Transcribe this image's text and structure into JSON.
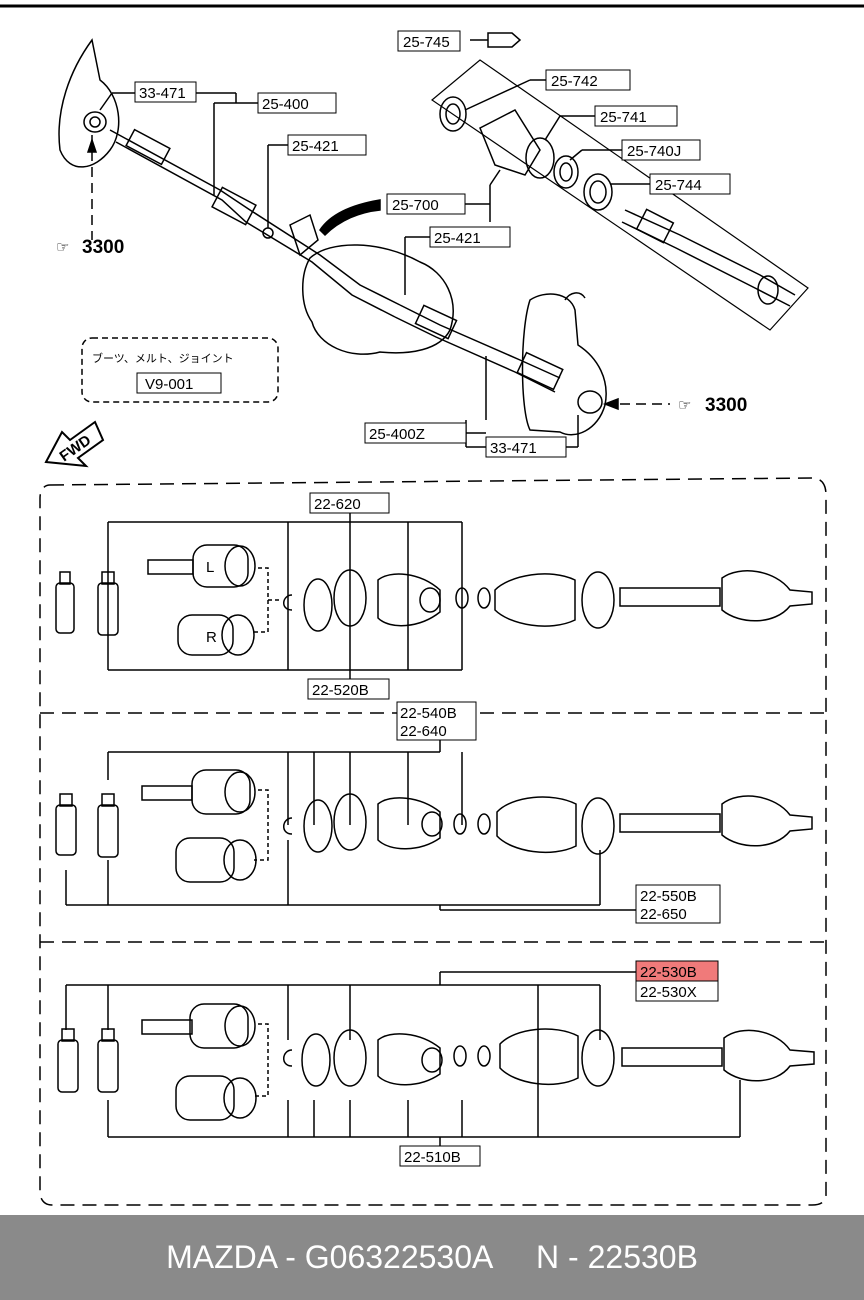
{
  "labels": {
    "p25_745": "25-745",
    "p25_742": "25-742",
    "p25_741": "25-741",
    "p25_740j": "25-740J",
    "p25_744": "25-744",
    "p25_700": "25-700",
    "p33_471_top": "33-471",
    "p25_400": "25-400",
    "p25_421_a": "25-421",
    "p25_421_b": "25-421",
    "ref_3300_left": "3300",
    "ref_3300_right": "3300",
    "note_text": "ブーツ、メルト、ジョイント",
    "note_code": "V9-001",
    "p25_400z": "25-400Z",
    "p33_471_bottom": "33-471",
    "fwd": "FWD",
    "p22_620": "22-620",
    "p22_520b": "22-520B",
    "p22_540b": "22-540B",
    "p22_640": "22-640",
    "p22_550b": "22-550B",
    "p22_650": "22-650",
    "p22_530b": "22-530B",
    "p22_530x": "22-530X",
    "p22_510b": "22-510B",
    "joint_l": "L",
    "joint_r": "R"
  },
  "highlight_color": "#f07a7a",
  "footer": {
    "brand": "MAZDA",
    "part_number": "G06322530A",
    "n_label": "N",
    "n_code": "22530B",
    "text": "MAZDA - G06322530A     N - 22530B"
  }
}
